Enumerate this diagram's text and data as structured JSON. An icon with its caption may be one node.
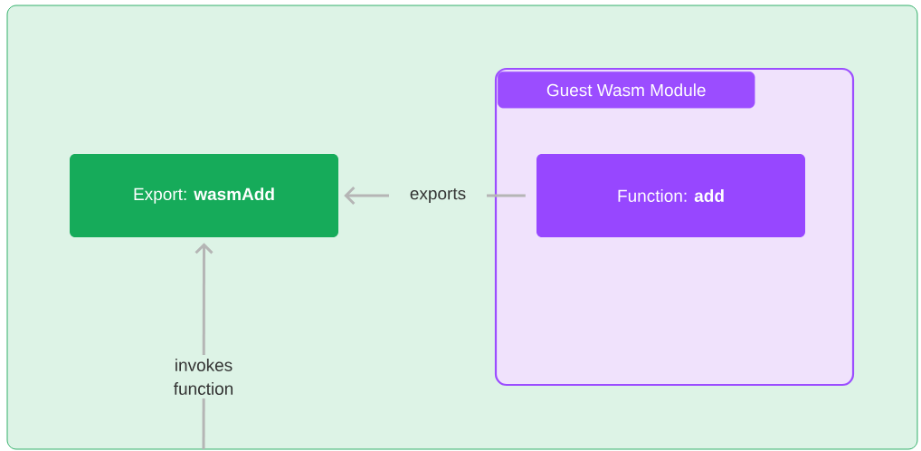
{
  "diagram": {
    "nodes": [
      {
        "text": [],
        "shape": "box"
      },
      {
        "text": [
          "Export: **wasmAdd**"
        ],
        "in": 0
      },
      {
        "text": [
          "Guest Wasm Module"
        ],
        "in": 0
      },
      {
        "text": [
          "Function: **add**"
        ],
        "in": 2
      }
    ],
    "edges": [
      {
        "from": 3,
        "to": 1,
        "arrow": "to",
        "label": "exports"
      },
      {
        "from": null,
        "to": 1,
        "arrow": "to",
        "label": "invokes function"
      }
    ]
  }
}
